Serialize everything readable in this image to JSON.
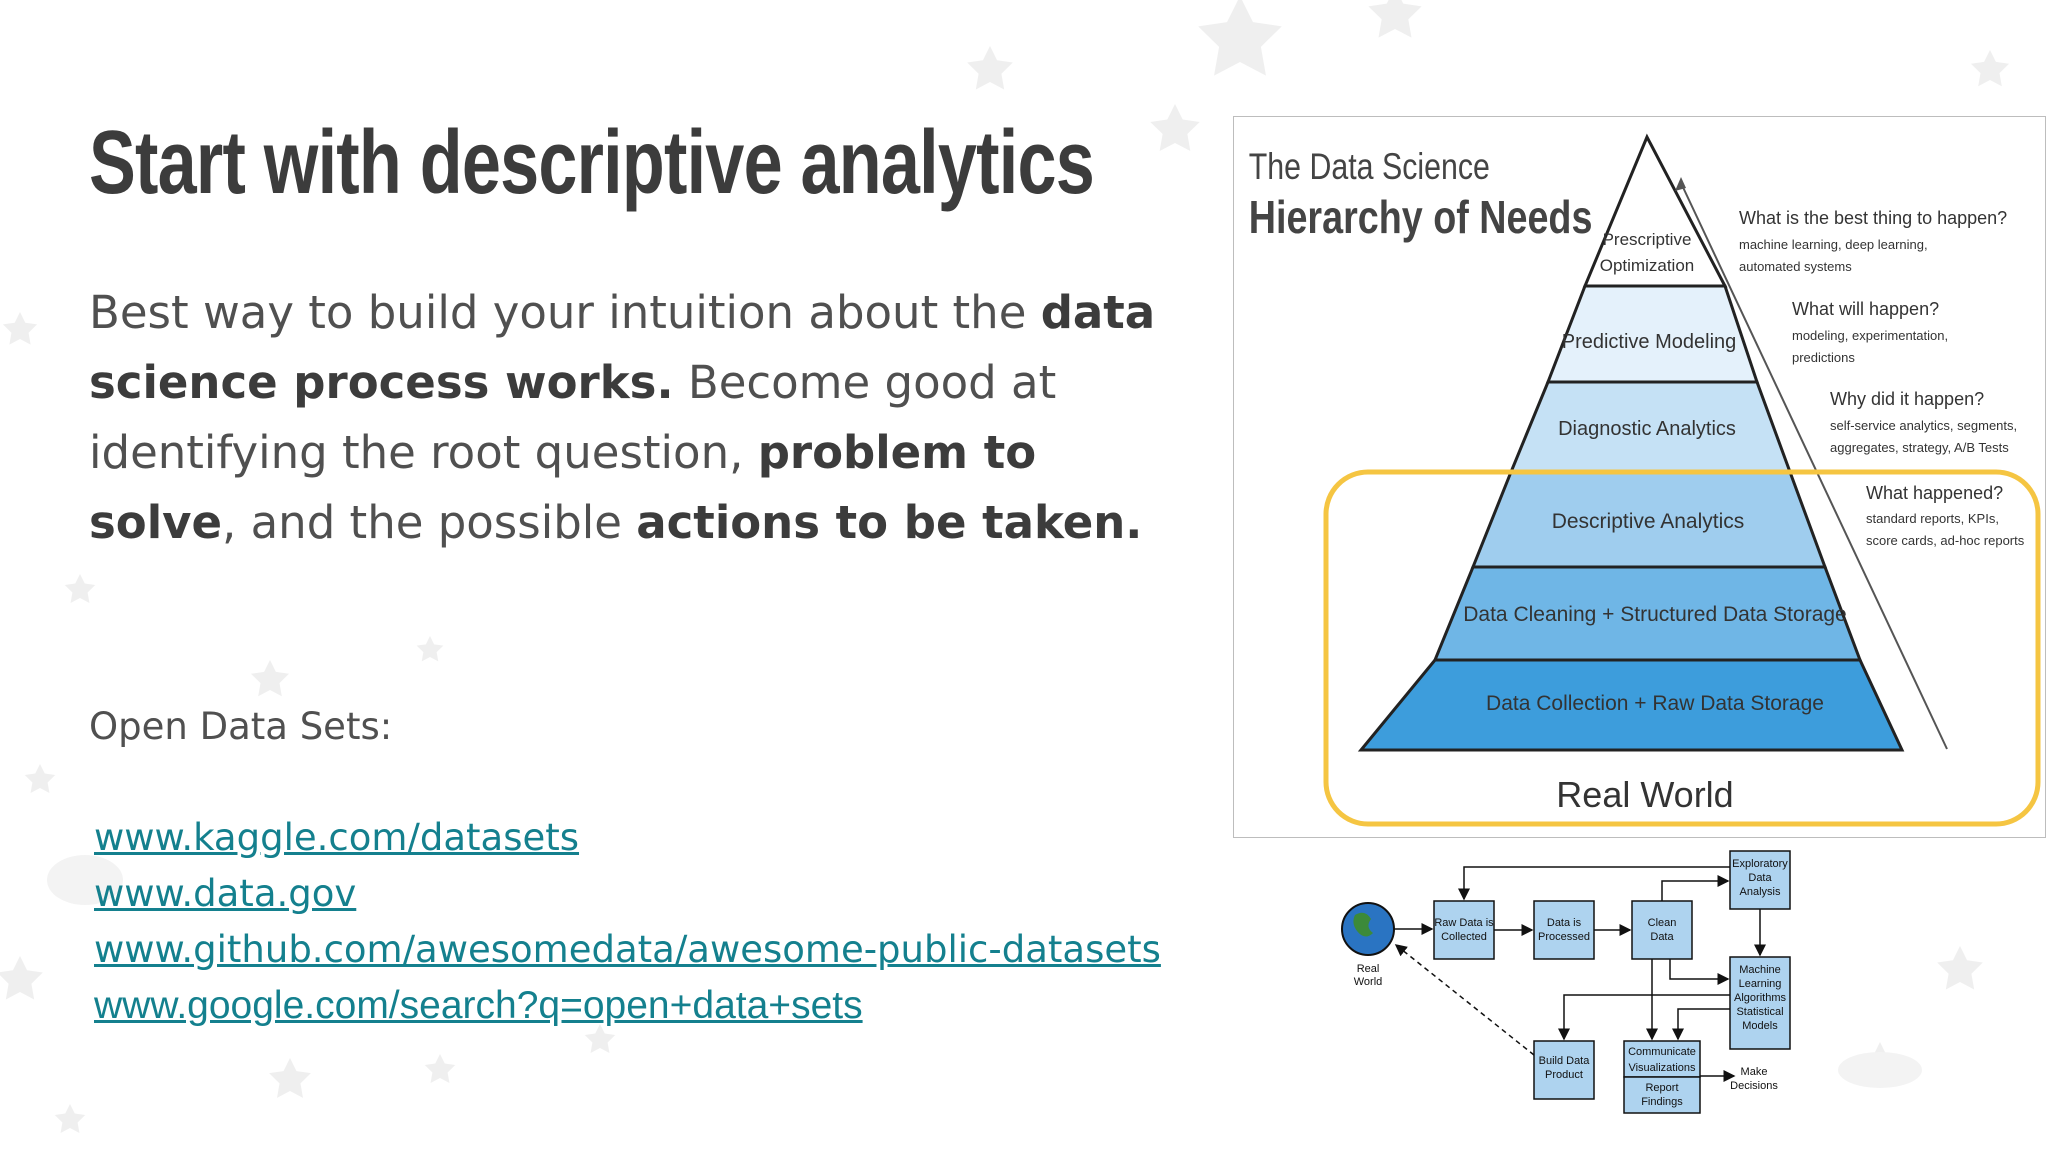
{
  "slide": {
    "title": "Start with descriptive analytics",
    "paragraph": [
      {
        "text": "Best way to build your intuition about the ",
        "bold": false
      },
      {
        "text": "data science process works.",
        "bold": true
      },
      {
        "text": " Become good at identifying the root question, ",
        "bold": false
      },
      {
        "text": "problem to solve",
        "bold": true
      },
      {
        "text": ", and the possible ",
        "bold": false
      },
      {
        "text": "actions to be taken.",
        "bold": true
      }
    ],
    "open_data_label": "Open Data Sets:",
    "links": [
      "www.kaggle.com/datasets",
      "www.data.gov",
      "www.github.com/awesomedata/awesome-public-datasets",
      "www.google.com/search?q=open+data+sets"
    ]
  },
  "pyramid": {
    "title_line1": "The Data Science",
    "title_line2": "Hierarchy of Needs",
    "levels": [
      {
        "label1": "Prescriptive",
        "label2": "Optimization",
        "color": "#ffffff"
      },
      {
        "label1": "Predictive Modeling",
        "color": "#e4f1fb"
      },
      {
        "label1": "Diagnostic Analytics",
        "color": "#c5e1f5"
      },
      {
        "label1": "Descriptive Analytics",
        "color": "#9fcdee"
      },
      {
        "label1": "Data Cleaning + Structured Data Storage",
        "color": "#6fb6e6"
      },
      {
        "label1": "Data Collection + Raw Data Storage",
        "color": "#3d9ddc"
      }
    ],
    "questions": [
      {
        "q": "What is the best thing to happen?",
        "d1": "machine learning, deep learning,",
        "d2": "automated systems"
      },
      {
        "q": "What will happen?",
        "d1": "modeling, experimentation,",
        "d2": "predictions"
      },
      {
        "q": "Why did it happen?",
        "d1": "self-service analytics, segments,",
        "d2": "aggregates, strategy, A/B Tests"
      },
      {
        "q": "What happened?",
        "d1": "standard reports, KPIs,",
        "d2": "score cards, ad-hoc reports"
      }
    ],
    "base_label": "Real World",
    "highlight_color": "#f5c542"
  },
  "flow": {
    "real_world": [
      "Real",
      "World"
    ],
    "raw": [
      "Raw Data is",
      "Collected"
    ],
    "processed": [
      "Data is",
      "Processed"
    ],
    "clean": [
      "Clean",
      "Data"
    ],
    "eda": [
      "Exploratory",
      "Data",
      "Analysis"
    ],
    "ml": [
      "Machine",
      "Learning",
      "Algorithms",
      "Statistical",
      "Models"
    ],
    "build": [
      "Build Data",
      "Product"
    ],
    "communicate": [
      "Communicate",
      "Visualizations"
    ],
    "report": [
      "Report",
      "Findings"
    ],
    "decisions": [
      "Make",
      "Decisions"
    ],
    "box_color": "#aed3ef"
  },
  "colors": {
    "title": "#3c3c3c",
    "text": "#505050",
    "link": "#14808e"
  }
}
